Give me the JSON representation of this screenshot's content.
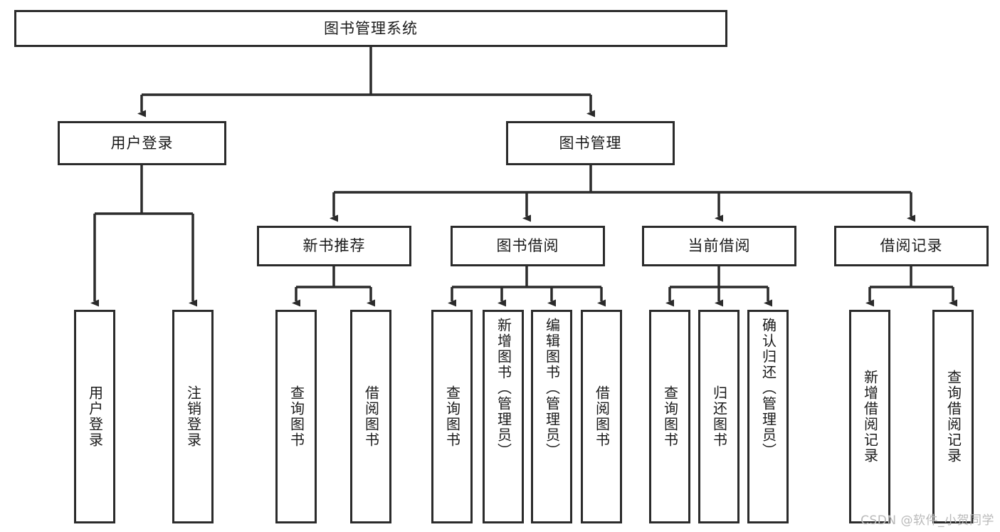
{
  "diagram": {
    "title": "图书管理系统",
    "type": "tree-hierarchy-chart",
    "line_color": "#2b2b2b",
    "text_color": "#1a1a1a",
    "background_color": "#ffffff",
    "root": {
      "label": "图书管理系统"
    },
    "level2": [
      {
        "label": "用户登录"
      },
      {
        "label": "图书管理"
      }
    ],
    "level3": [
      {
        "label": "新书推荐"
      },
      {
        "label": "图书借阅"
      },
      {
        "label": "当前借阅"
      },
      {
        "label": "借阅记录"
      }
    ],
    "leaves": {
      "user_login": [
        {
          "label": "用户登录"
        },
        {
          "label": "注销登录"
        }
      ],
      "new_book_recommend": [
        {
          "label": "查询图书"
        },
        {
          "label": "借阅图书"
        }
      ],
      "book_borrow": [
        {
          "label": "查询图书"
        },
        {
          "label": "新增图书（管理员）"
        },
        {
          "label": "编辑图书（管理员）"
        },
        {
          "label": "借阅图书"
        }
      ],
      "current_borrow": [
        {
          "label": "查询图书"
        },
        {
          "label": "归还图书"
        },
        {
          "label": "确认归还（管理员）"
        }
      ],
      "borrow_record": [
        {
          "label": "新增借阅记录"
        },
        {
          "label": "查询借阅记录"
        }
      ]
    }
  },
  "watermark": {
    "text": "CSDN @软件_小贺同学"
  }
}
